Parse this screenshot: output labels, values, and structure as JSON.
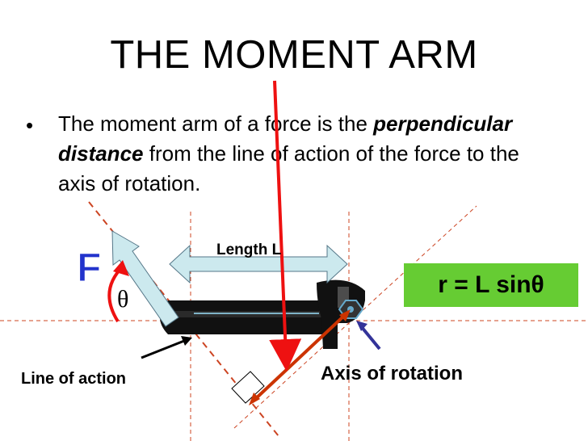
{
  "slide": {
    "title": "THE MOMENT ARM",
    "bullet_prefix": "The moment arm of a force is the ",
    "bullet_emphasis": "perpendicular distance",
    "bullet_suffix": " from the line of action of the force to the axis of rotation."
  },
  "diagram": {
    "force_label": "F",
    "angle_symbol": "θ",
    "length_label": "Length L",
    "line_of_action_label": "Line of action",
    "axis_label": "Axis of rotation",
    "formula": "r = L sinθ"
  },
  "colors": {
    "moment_arm": "#cc3300",
    "red_arrow": "#ee1111",
    "guide_line": "#cc4422",
    "formula_box": "#66cc33",
    "double_arrow_fill": "#cce9ee",
    "axis_pointer": "#333399",
    "force_label_fill": "#2233cc"
  }
}
